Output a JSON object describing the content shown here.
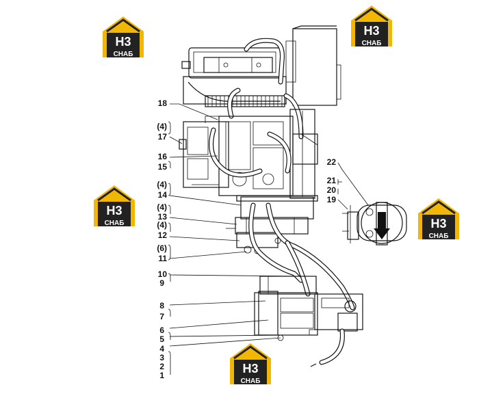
{
  "watermark": {
    "text_top": "H3",
    "text_bottom": "СНАБ",
    "colors": {
      "yellow": "#F2B705",
      "dark": "#222222"
    }
  },
  "callouts": {
    "c18": "18",
    "c4a": "(4)",
    "c17": "17",
    "c16": "16",
    "c15": "15",
    "c4b": "(4)",
    "c14": "14",
    "c4c": "(4)",
    "c13": "13",
    "c4d": "(4)",
    "c12": "12",
    "c6": "(6)",
    "c11": "11",
    "c10": "10",
    "c9": "9",
    "c8": "8",
    "c7": "7",
    "n6": "6",
    "n5": "5",
    "n4": "4",
    "n3": "3",
    "n2": "2",
    "n1": "1",
    "c22": "22",
    "c21": "21",
    "c20": "20",
    "c19": "19"
  }
}
